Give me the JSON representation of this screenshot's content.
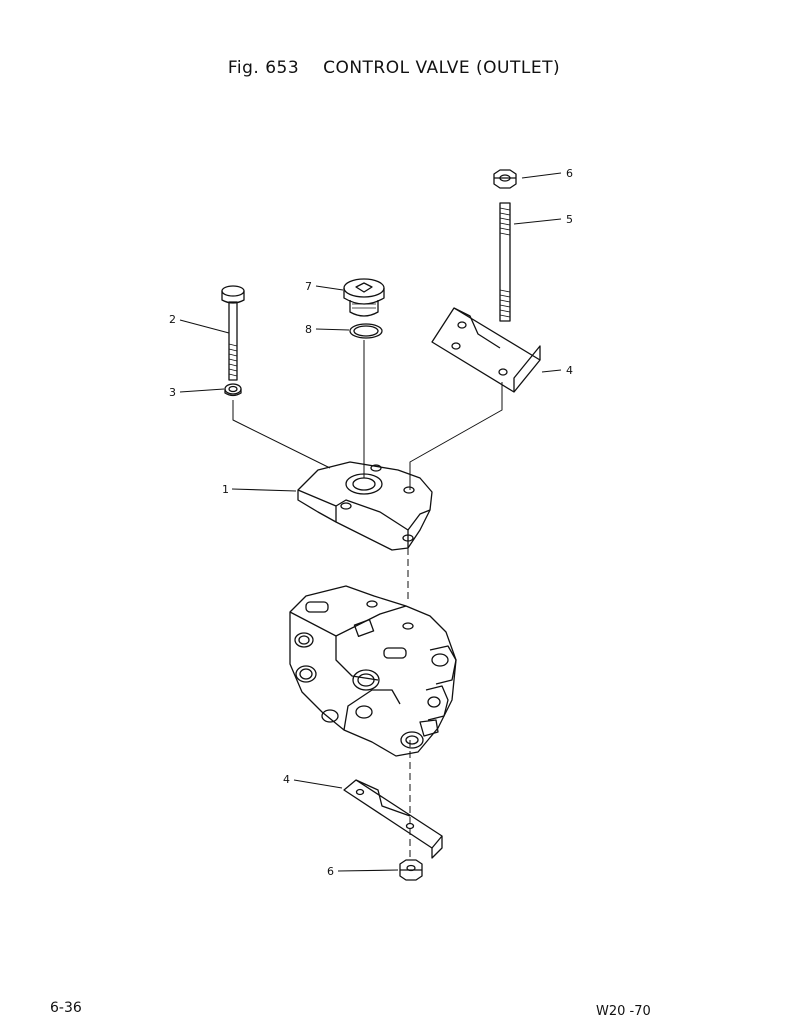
{
  "figure": {
    "number": "Fig. 653",
    "title": "CONTROL VALVE (OUTLET)"
  },
  "callouts": [
    "1",
    "2",
    "3",
    "4",
    "4",
    "5",
    "6",
    "6",
    "7",
    "8"
  ],
  "footer": {
    "page": "6-36",
    "code": "W20 -70"
  }
}
